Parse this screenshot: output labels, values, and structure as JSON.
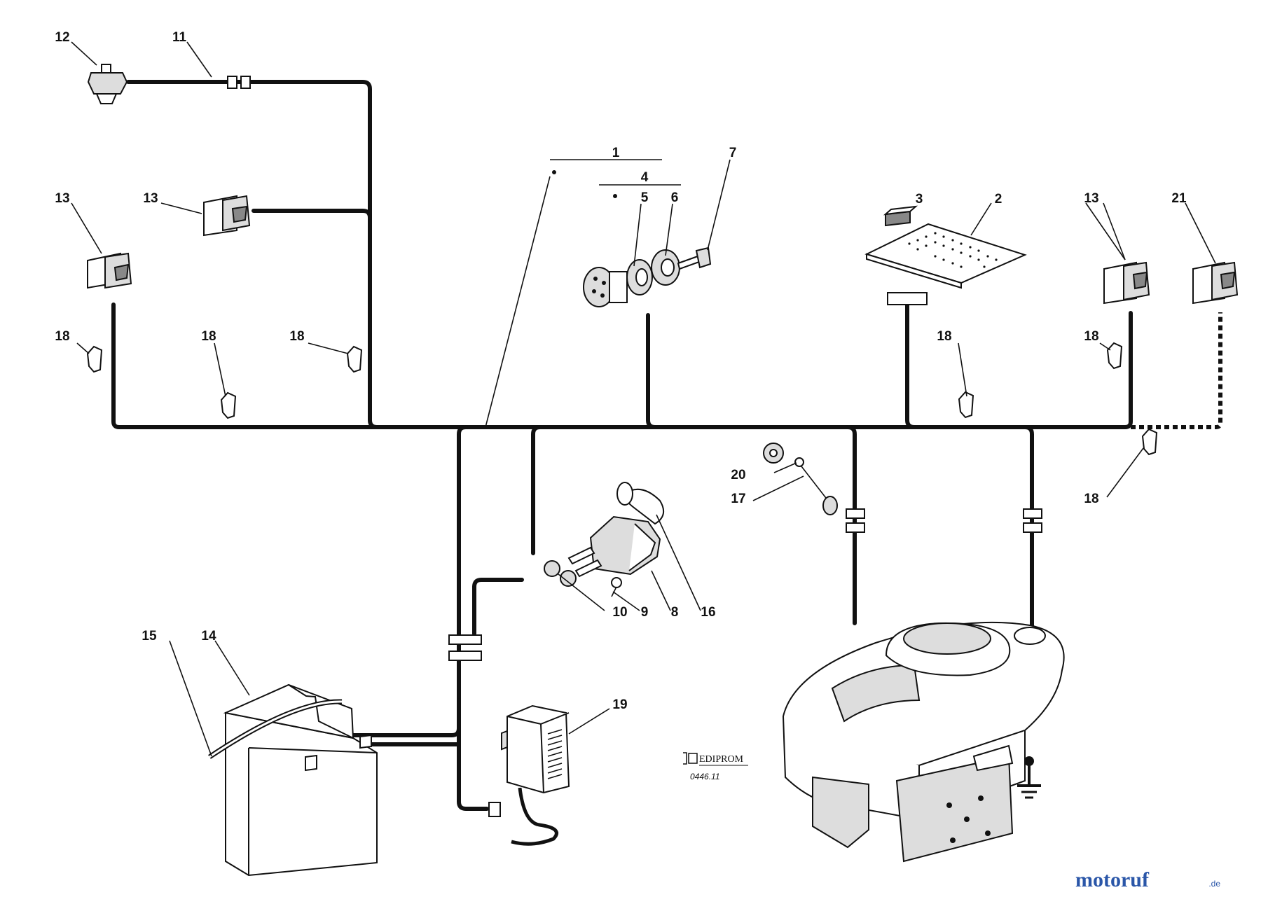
{
  "callouts": {
    "c1": "1",
    "c2": "2",
    "c3": "3",
    "c4": "4",
    "c5": "5",
    "c6": "6",
    "c7": "7",
    "c8": "8",
    "c9": "9",
    "c10": "10",
    "c11": "11",
    "c12": "12",
    "c13a": "13",
    "c13b": "13",
    "c13c": "13",
    "c14": "14",
    "c15": "15",
    "c16": "16",
    "c17": "17",
    "c18a": "18",
    "c18b": "18",
    "c18c": "18",
    "c18d": "18",
    "c18e": "18",
    "c18f": "18",
    "c19": "19",
    "c20": "20",
    "c21": "21"
  },
  "stamp": {
    "brand": "EDIPROM",
    "code": "0446.11"
  },
  "watermark": {
    "name": "motoruf",
    "tld": ".de"
  }
}
